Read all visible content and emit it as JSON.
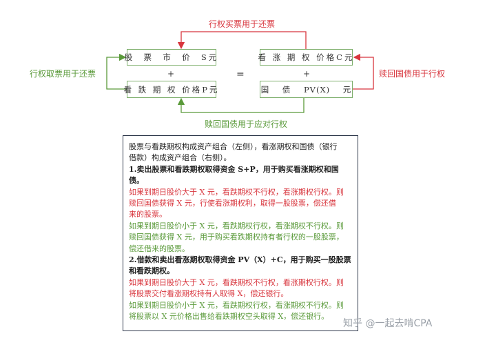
{
  "diagram": {
    "left_top_box": "股  票  市  价  S元",
    "left_plus": "+",
    "left_bottom_box": "看 跌 期 权 价格P元",
    "equals": "=",
    "right_top_box": "看 涨 期 权 价格C元",
    "right_plus": "+",
    "right_bottom_box": "国    债    PV(X)    元",
    "top_arrow_label": "行权买票用于还票",
    "left_arrow_label": "行权取票用于还票",
    "right_arrow_label": "赎回国债用于行权",
    "bottom_arrow_label": "赎回国债用于应对行权"
  },
  "text_block": {
    "intro": [
      "股票与看跌期权构成资产组合（左侧），看涨期权和国债（银行",
      "借款）构成资产组合（右侧）。"
    ],
    "step1_title": [
      "1.卖出股票和看跌期权取得资金 S+P，用于购买看涨期权和国",
      "债。"
    ],
    "step1_red": [
      "如果到期日股价大于 X 元，看跌期权不行权，看涨期权行权。则",
      "赎回国债获得 X 元，行使看涨期权利，取得一股股票，偿还借",
      "来的股票。"
    ],
    "step1_green": [
      "如果到期日股价小于 X 元，看跌期权行权，看涨期权不行权。则",
      "赎回国债获得 X 元，用于购买看跌期权持有者行权的一股股票，",
      "偿还借来的股票。"
    ],
    "step2_title": [
      "2.借款和卖出看涨期权取得资金 PV（X）+C，用于购买一股股票",
      "和看跌期权。"
    ],
    "step2_red": [
      "如果到期日股价大于 X 元，看跌期权不行权，看涨期权行权。则",
      "将股票交付看涨期权持有人取得 X，偿还银行。"
    ],
    "step2_green": [
      "如果到期日股价小于 X 元，看跌期权行权，看涨期权不行权。则",
      "将股票以 X 元价格出售给看跌期权空头取得 X，偿还银行。"
    ]
  },
  "watermark": "知乎 @一起去啃CPA",
  "colors": {
    "red": "#d8353d",
    "green": "#5a9a3a",
    "box_border": "#7cae6a",
    "text_border": "#2b3548"
  }
}
